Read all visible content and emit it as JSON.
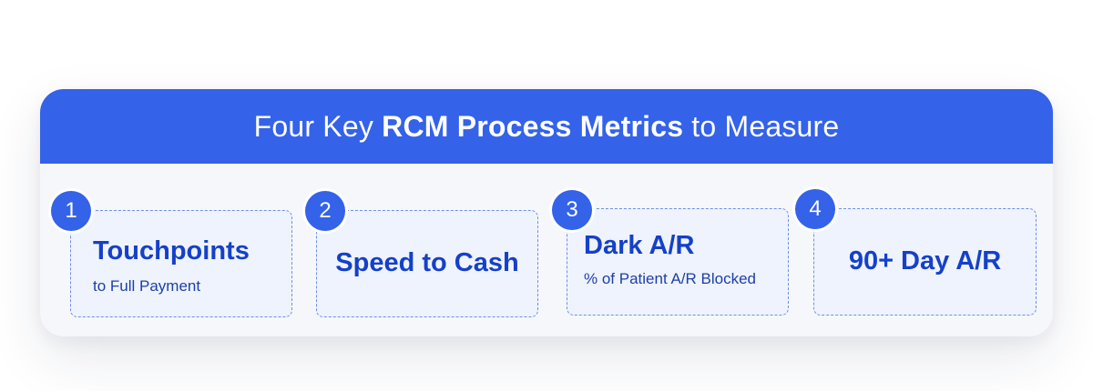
{
  "header": {
    "prefix": "Four Key",
    "emphasis": "RCM Process Metrics",
    "suffix": "to Measure"
  },
  "metrics": [
    {
      "number": "1",
      "title": "Touchpoints",
      "subtitle": "to Full Payment"
    },
    {
      "number": "2",
      "title": "Speed to Cash",
      "subtitle": ""
    },
    {
      "number": "3",
      "title": "Dark A/R",
      "subtitle": "% of Patient A/R Blocked"
    },
    {
      "number": "4",
      "title": "90+ Day A/R",
      "subtitle": ""
    }
  ],
  "colors": {
    "accent": "#3462e8",
    "title_text": "#1540c9",
    "box_border": "#6f8fe6",
    "box_fill": "#eff3fd",
    "card_fill": "#f5f7fb"
  }
}
